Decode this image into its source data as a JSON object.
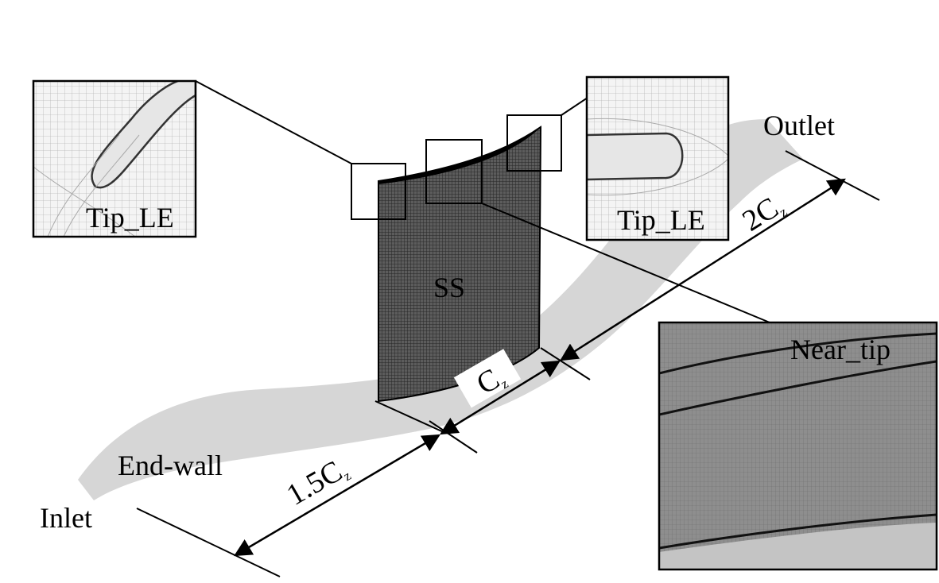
{
  "labels": {
    "outlet": "Outlet",
    "inlet": "Inlet",
    "end_wall": "End-wall",
    "suction_side": "SS",
    "inset_left": "Tip_LE",
    "inset_right": "Tip_LE",
    "inset_near_tip": "Near_tip"
  },
  "dimensions": {
    "upstream": {
      "coef": "1.5",
      "symbol": "C",
      "subscript": "z"
    },
    "chord": {
      "coef": "",
      "symbol": "C",
      "subscript": "z"
    },
    "downstream": {
      "coef": "2",
      "symbol": "C",
      "subscript": "z"
    }
  },
  "colors": {
    "end_wall": "#d6d6d6",
    "blade_mesh": "#3a3a3a",
    "mesh_line": "#8a8a8a",
    "near_tip_bg": "#9c9c9c"
  }
}
